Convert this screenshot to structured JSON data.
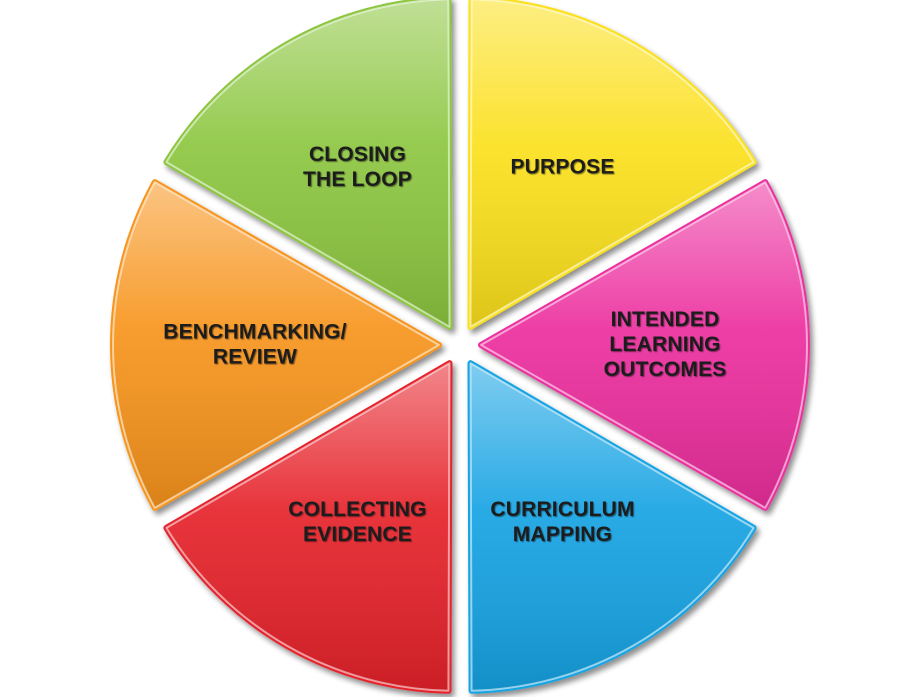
{
  "diagram": {
    "type": "segmented-wheel",
    "segments": [
      {
        "id": "purpose",
        "lines": [
          "PURPOSE"
        ],
        "color": "#fbe01a",
        "text_color": "#1e1e1e"
      },
      {
        "id": "intended-learning-outcomes",
        "lines": [
          "INTENDED",
          "LEARNING",
          "OUTCOMES"
        ],
        "color": "#ec2f9e",
        "text_color": "#1e1e1e"
      },
      {
        "id": "curriculum-mapping",
        "lines": [
          "CURRICULUM",
          "MAPPING"
        ],
        "color": "#14a3e3",
        "text_color": "#1e1e1e"
      },
      {
        "id": "collecting-evidence",
        "lines": [
          "COLLECTING",
          "EVIDENCE"
        ],
        "color": "#e6212b",
        "text_color": "#1e1e1e"
      },
      {
        "id": "benchmarking-review",
        "lines": [
          "BENCHMARKING/",
          "REVIEW"
        ],
        "color": "#f7941e",
        "text_color": "#1e1e1e"
      },
      {
        "id": "closing-the-loop",
        "lines": [
          "CLOSING",
          "THE LOOP"
        ],
        "color": "#8cc63f",
        "text_color": "#1e1e1e"
      }
    ]
  }
}
